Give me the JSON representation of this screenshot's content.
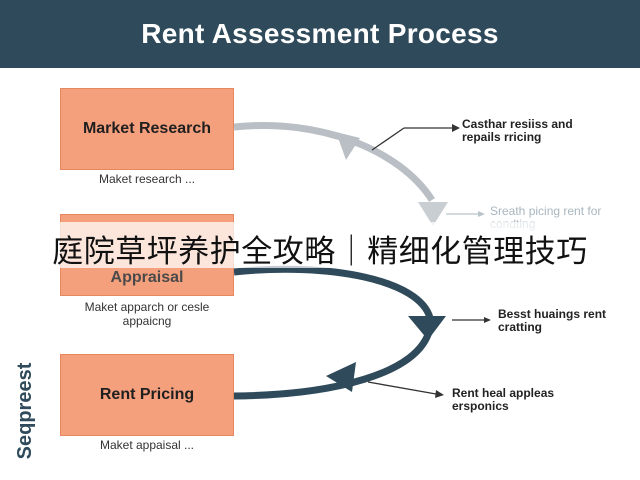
{
  "header": {
    "title": "Rent Assessment Process"
  },
  "boxes": [
    {
      "label": "Market Research",
      "sub": "Maket research ..."
    },
    {
      "label": "Appraisal",
      "sub": "Maket apparch or cesle appaicng"
    },
    {
      "label": "Rent Pricing",
      "sub": "Maket appaisal ..."
    }
  ],
  "notes": [
    {
      "text": "Casthar resiiss and repails rricing"
    },
    {
      "text": "Sreath picing rent for condting"
    },
    {
      "text": "Besst huaings rent cratting"
    },
    {
      "text": "Rent heal appleas ersponics"
    }
  ],
  "brand": {
    "text": "Seqpreest"
  },
  "banner": {
    "text": "庭院草坪养护全攻略｜精细化管理技巧"
  },
  "colors": {
    "header": "#2f4a5a",
    "box": "#f5a07d",
    "arrow_light": "#b9bfc4",
    "arrow_dark": "#2f4a5a"
  }
}
